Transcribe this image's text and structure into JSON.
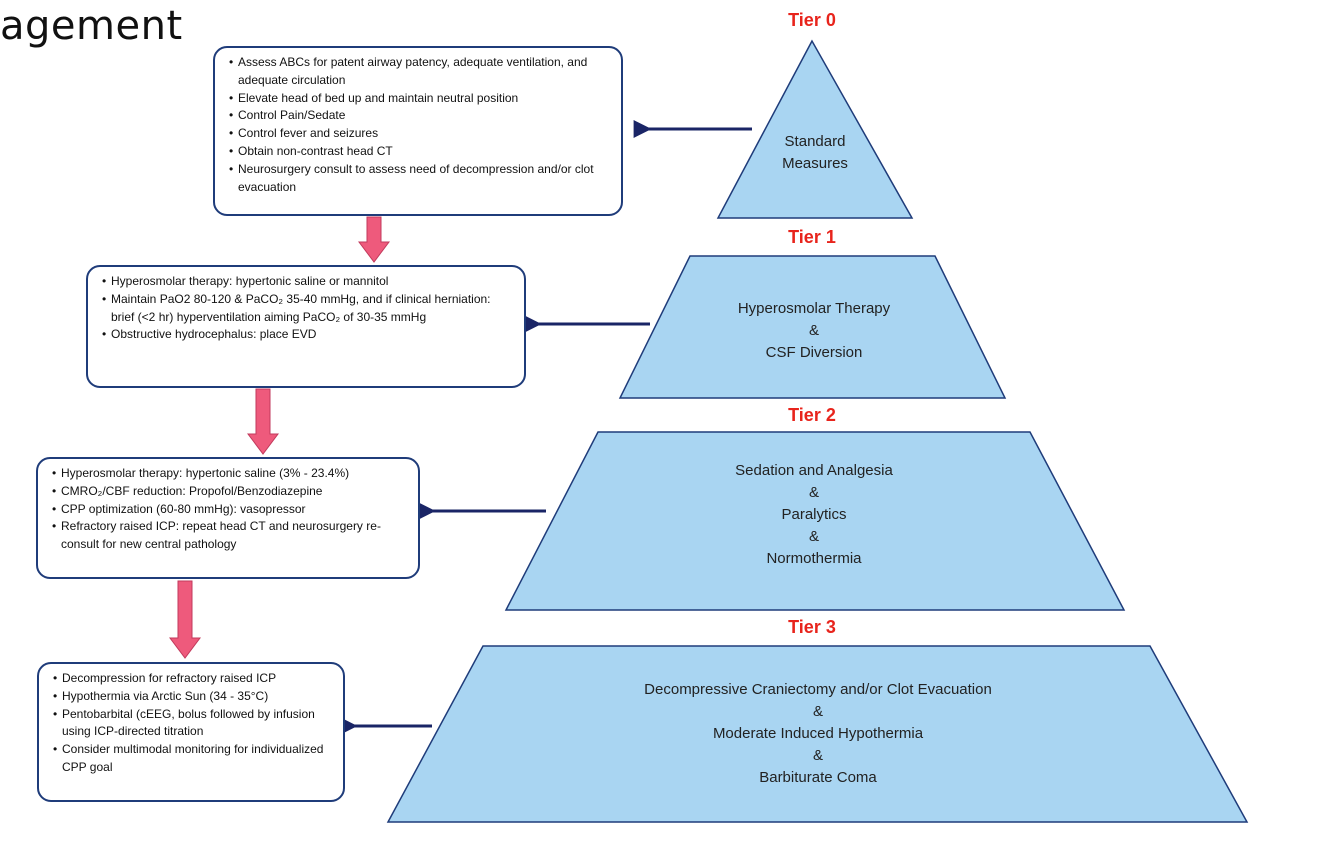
{
  "slide_title": "agement",
  "colors": {
    "box_border": "#1f3c7a",
    "arrow_blue": "#1a2566",
    "arrow_pink": "#ee5a7c",
    "tier_label": "#e8241c",
    "pyramid_fill": "#a9d5f2",
    "pyramid_stroke": "#1f3c7a"
  },
  "tiers": [
    {
      "label": "Tier 0",
      "pyramid_lines": [
        "Standard",
        "Measures"
      ],
      "box_items": [
        "Assess ABCs for patent airway patency, adequate ventilation, and adequate circulation",
        "Elevate head of bed up and maintain neutral position",
        "Control Pain/Sedate",
        "Control fever and seizures",
        "Obtain non-contrast head CT",
        "Neurosurgery consult to assess need of decompression and/or clot evacuation"
      ]
    },
    {
      "label": "Tier 1",
      "pyramid_lines": [
        "Hyperosmolar Therapy",
        "&",
        "CSF Diversion"
      ],
      "box_items": [
        "Hyperosmolar therapy: hypertonic saline or mannitol",
        "Maintain PaO2 80-120 & PaCO₂ 35-40 mmHg, and if clinical herniation: brief (<2 hr) hyperventilation aiming PaCO₂ of 30-35 mmHg",
        "Obstructive hydrocephalus: place EVD"
      ]
    },
    {
      "label": "Tier 2",
      "pyramid_lines": [
        "Sedation and Analgesia",
        "&",
        "Paralytics",
        "&",
        "Normothermia"
      ],
      "box_items": [
        "Hyperosmolar therapy: hypertonic saline (3% - 23.4%)",
        "CMRO₂/CBF reduction: Propofol/Benzodiazepine",
        "CPP optimization (60-80 mmHg): vasopressor",
        "Refractory raised ICP: repeat head CT and neurosurgery re-consult for new central pathology"
      ]
    },
    {
      "label": "Tier 3",
      "pyramid_lines": [
        "Decompressive Craniectomy and/or Clot Evacuation",
        "&",
        "Moderate Induced Hypothermia",
        "&",
        "Barbiturate Coma"
      ],
      "box_items": [
        "Decompression for refractory raised ICP",
        "Hypothermia via Arctic Sun (34 - 35°C)",
        "Pentobarbital (cEEG, bolus followed by infusion using ICP-directed titration",
        "Consider multimodal monitoring for individualized  CPP goal"
      ]
    }
  ]
}
